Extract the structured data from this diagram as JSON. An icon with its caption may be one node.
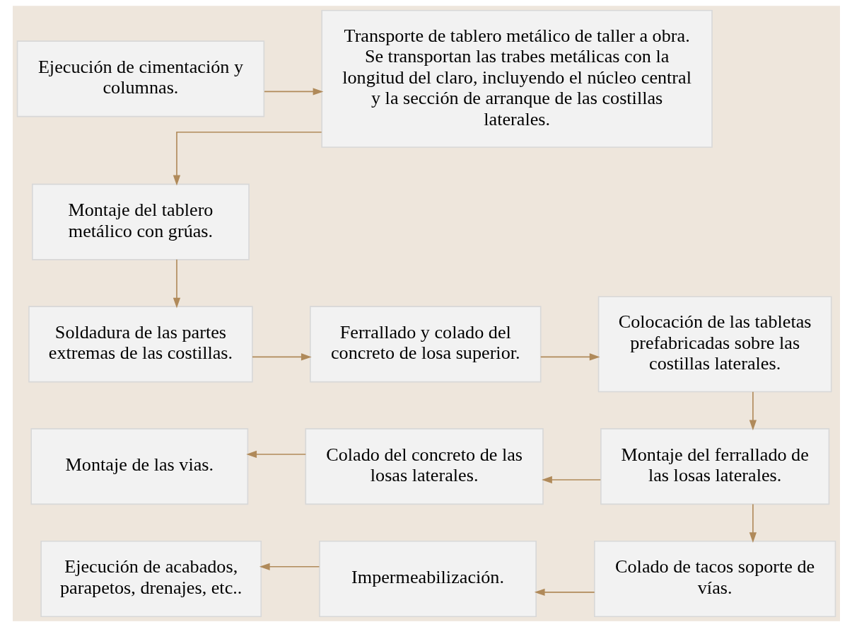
{
  "diagram": {
    "nodes": [
      {
        "text": [
          "Ejecución de cimentación y columnas."
        ]
      },
      {
        "text": [
          "Transporte de tablero metálico de taller a obra. Se transportan las trabes metálicas con la longitud del claro, incluyendo el núcleo central y la sección de arranque de las costillas laterales."
        ]
      },
      {
        "text": [
          "Montaje del tablero metálico con grúas."
        ]
      },
      {
        "text": [
          "Soldadura de las partes extremas de las costillas."
        ]
      },
      {
        "text": [
          "Ferrallado y colado del concreto de losa superior."
        ]
      },
      {
        "text": [
          "Colocación de las tabletas prefabricadas sobre las costillas laterales."
        ]
      },
      {
        "text": [
          "Colado del concreto de las losas laterales."
        ]
      },
      {
        "text": [
          "Montaje del ferrallado de las losas laterales."
        ]
      },
      {
        "text": [
          "Montaje de las vias."
        ]
      },
      {
        "text": [
          "Impermeabilización."
        ]
      },
      {
        "text": [
          "Colado de tacos soporte de vías."
        ]
      },
      {
        "text": [
          "Ejecución de acabados, parapetos, drenajes, etc.."
        ]
      }
    ],
    "edges": [
      {
        "from": 0,
        "to": 1,
        "arrow": "to"
      },
      {
        "from": 1,
        "to": 2,
        "arrow": "to"
      },
      {
        "from": 2,
        "to": 3,
        "arrow": "to"
      },
      {
        "from": 3,
        "to": 4,
        "arrow": "to"
      },
      {
        "from": 4,
        "to": 5,
        "arrow": "to"
      },
      {
        "from": 5,
        "to": 7,
        "arrow": "to"
      },
      {
        "from": 7,
        "to": 6,
        "arrow": "to"
      },
      {
        "from": 6,
        "to": 8,
        "arrow": "to"
      },
      {
        "from": 7,
        "to": 10,
        "arrow": "to"
      },
      {
        "from": 10,
        "to": 9,
        "arrow": "to"
      },
      {
        "from": 9,
        "to": 11,
        "arrow": "to"
      }
    ]
  }
}
